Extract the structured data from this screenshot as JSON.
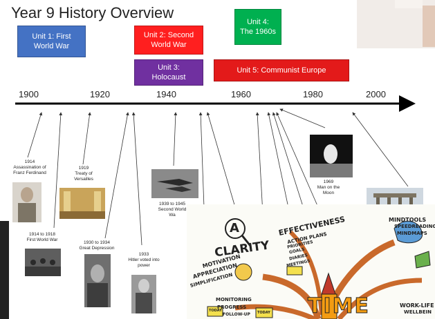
{
  "title": "Year 9 History Overview",
  "units": [
    {
      "line1": "Unit 1: First",
      "line2": "World War",
      "color": "#4472c4"
    },
    {
      "line1": "Unit 2: Second",
      "line2": "World War",
      "color": "#ff1f1f"
    },
    {
      "line1": "Unit 3:",
      "line2": "Holocaust",
      "color": "#7030a0"
    },
    {
      "line1": "Unit 4:",
      "line2": "The 1960s",
      "color": "#00b050"
    },
    {
      "line1": "Unit 5: Communist Europe",
      "line2": "",
      "color": "#e31a1a"
    }
  ],
  "years": [
    "1900",
    "1920",
    "1940",
    "1960",
    "1980",
    "2000"
  ],
  "events": [
    {
      "l1": "1914",
      "l2": "Assassination of",
      "l3": "Franz Ferdinand"
    },
    {
      "l1": "1919",
      "l2": "Treaty of",
      "l3": "Versailles"
    },
    {
      "l1": "1914 to 1918",
      "l2": "First World War",
      "l3": ""
    },
    {
      "l1": "1930 to 1934",
      "l2": "Great Depression",
      "l3": ""
    },
    {
      "l1": "1933",
      "l2": "Hitler voted into",
      "l3": "power"
    },
    {
      "l1": "1939 to 1945",
      "l2": "Second World",
      "l3": "Wa"
    },
    {
      "l1": "1969",
      "l2": "Man on the",
      "l3": "Moon"
    }
  ],
  "mindmap": {
    "clarity": "CLARITY",
    "motivation": "MOTIVATION",
    "appreciation": "APPRECIATION",
    "simplification": "SIMPLIFICATION",
    "effectiveness": "EFFECTIVENESS",
    "action_plans": "ACTION PLANS",
    "priorities": "PRIORITIES",
    "goals": "GOALS",
    "diaries": "DIARIES",
    "meetings": "MEETINGS",
    "monitoring": "MONITORING",
    "progress": "PROGRESS",
    "follow_up": "FOLLOW-UP",
    "today": "TODAY",
    "today2": "TODAY",
    "mindtools": "MINDTOOLS",
    "speedreading": "SPEEDREADING",
    "mindmaps": "MINDMAPS",
    "work_life": "WORK-LIFE",
    "wellbeing": "WELLBEIN",
    "time": "TIME",
    "a_letter": "A"
  }
}
